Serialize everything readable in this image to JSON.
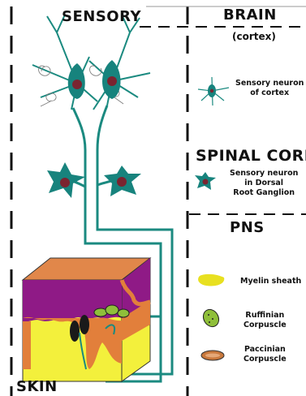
{
  "sections": {
    "sensory": "SENSORY",
    "brain": "BRAIN",
    "cortex": "(cortex)",
    "spinal_cord": "SPINAL CORD",
    "pns": "PNS",
    "skin": "SKIN"
  },
  "legend": {
    "sensory_neuron_cortex": "Sensory neuron\nof cortex",
    "sensory_neuron_drg": "Sensory neuron\nin Dorsal\nRoot Ganglion",
    "myelin_sheath": "Myelin sheath",
    "ruffinian": "Ruffinian\nCorpuscle",
    "paccinian": "Paccinian\nCorpuscle"
  },
  "colors": {
    "neuron_teal": "#17837d",
    "nucleus": "#7a2430",
    "skin_top": "#e1874a",
    "skin_purple": "#8f1a86",
    "skin_orange": "#e27f3b",
    "skin_yellow": "#f3f03c",
    "myelin": "#e8e020",
    "ruffinian": "#8fbf3a",
    "paccinian": "#c8783c"
  }
}
